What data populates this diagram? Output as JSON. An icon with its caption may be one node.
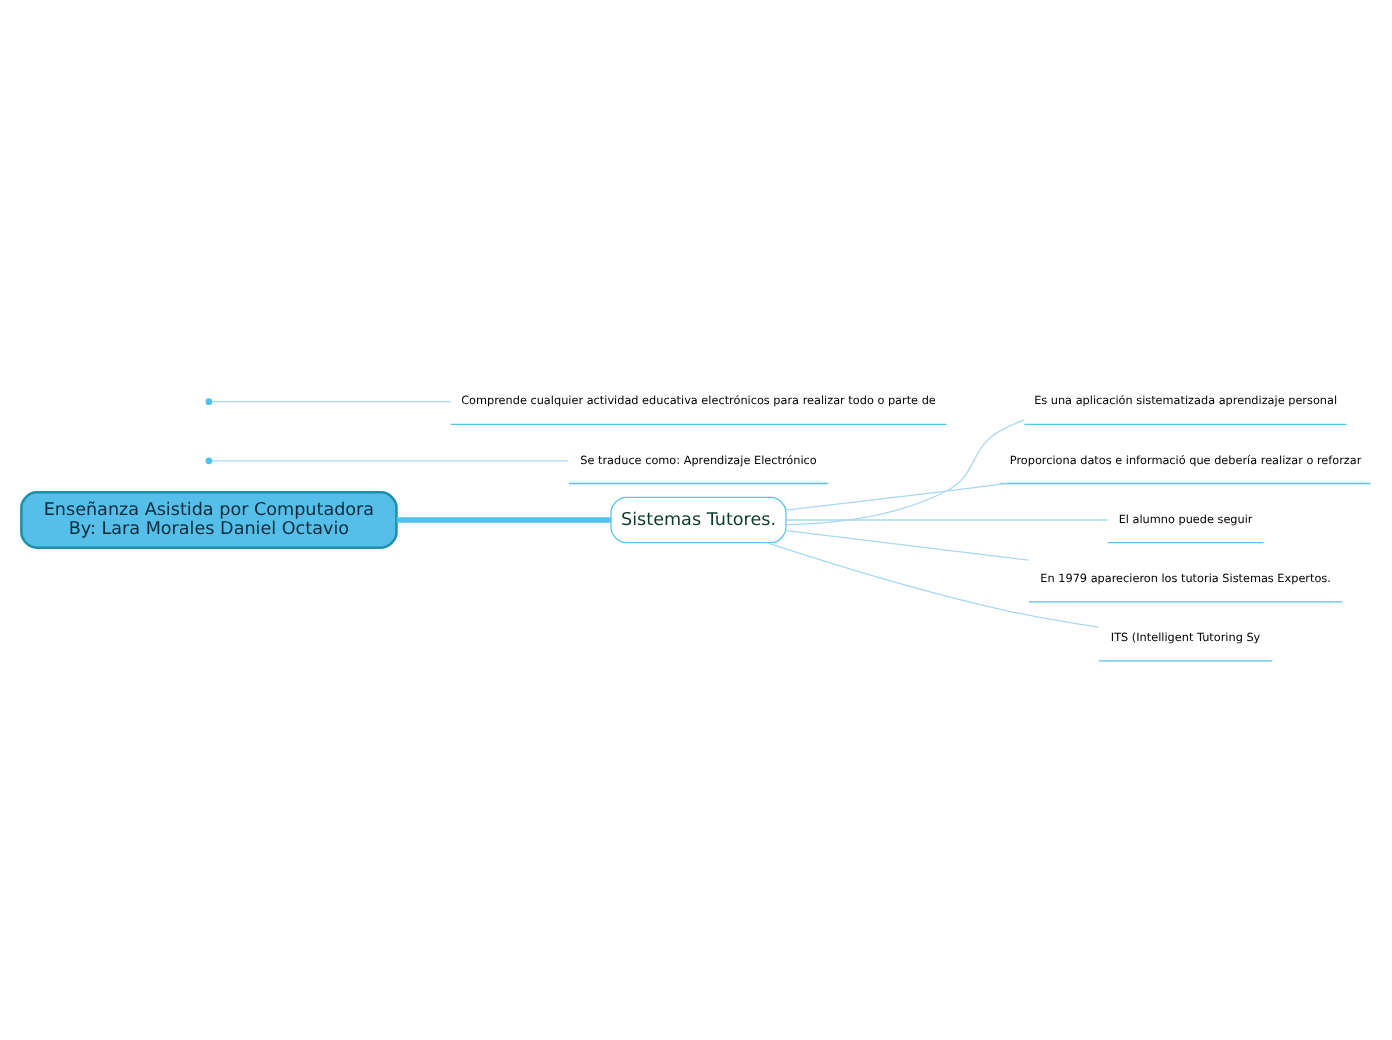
{
  "diagram": {
    "nodes": [
      {
        "text": [
          "Enseñanza Asistida por Computadora",
          "By: Lara Morales Daniel Octavio"
        ]
      },
      {
        "text": [
          "Sistemas Tutores."
        ]
      },
      {
        "text": [
          "Es una aplicación sistematizada aprendizaje personal"
        ]
      },
      {
        "text": [
          "Proporciona datos e informació que debería realizar o reforzar"
        ]
      },
      {
        "text": [
          "El alumno puede seguir"
        ]
      },
      {
        "text": [
          "En 1979 aparecieron los tutoria Sistemas Expertos."
        ]
      },
      {
        "text": [
          "ITS (Intelligent Tutoring Sy"
        ]
      },
      {
        "text": [
          "Se traduce como: Aprendizaje Electrónico"
        ]
      },
      {
        "text": [
          "Comprende cualquier actividad educativa electrónicos para realizar todo o parte de"
        ]
      }
    ],
    "edges": [
      {
        "from": 0,
        "to": 1,
        "arrow": "none",
        "style": "thick",
        "color": "#4fc1f0"
      },
      {
        "from": 1,
        "to": 2,
        "arrow": "none"
      },
      {
        "from": 1,
        "to": 3,
        "arrow": "none"
      },
      {
        "from": 1,
        "to": 4,
        "arrow": "none"
      },
      {
        "from": 1,
        "to": 5,
        "arrow": "none"
      },
      {
        "from": 1,
        "to": 6,
        "arrow": "none"
      },
      {
        "from": null,
        "to": 7,
        "arrow": "none"
      },
      {
        "from": null,
        "to": 8,
        "arrow": "none"
      }
    ]
  }
}
